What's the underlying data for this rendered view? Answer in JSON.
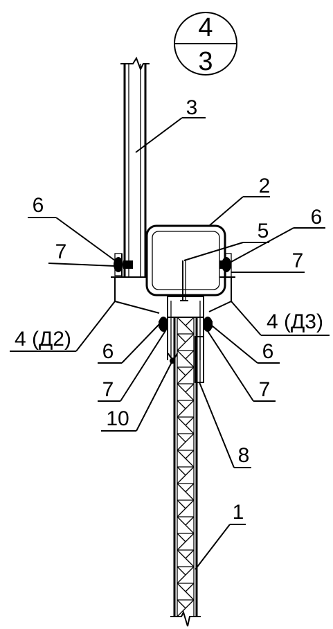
{
  "section_mark": {
    "top": "4",
    "bottom": "3"
  },
  "callouts": {
    "c1": "1",
    "c2": "2",
    "c3": "3",
    "c5": "5",
    "c6_left": "6",
    "c7_left": "7",
    "c6_right": "6",
    "c7_right": "7",
    "c4_left": "4 (Д2)",
    "c4_right": "4 (Д3)",
    "c6_lower_left": "6",
    "c7_lower_left": "7",
    "c6_lower_right": "6",
    "c7_lower_right": "7",
    "c10": "10",
    "c8": "8"
  }
}
